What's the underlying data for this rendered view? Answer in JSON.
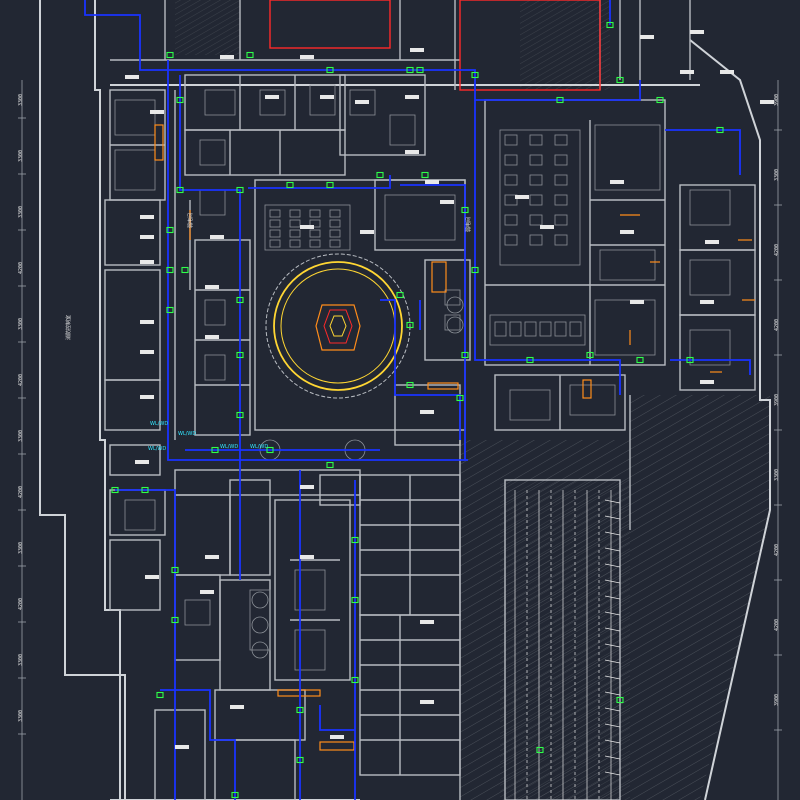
{
  "drawing": {
    "background": "#222733",
    "colors": {
      "wall": "#cfd3d8",
      "thin": "#9aa0a8",
      "blue_wire": "#1a33ff",
      "green_device": "#2fff4a",
      "red_zone": "#ff2a2a",
      "yellow": "#ffd633",
      "orange": "#ff8c1a",
      "cyan_text": "#33e6ff",
      "text": "#e8e8e8",
      "hatch": "#5a5f68"
    },
    "left_dimensions": [
      "3300",
      "3300",
      "3300",
      "4200",
      "3300",
      "4200",
      "3300",
      "4200",
      "3300",
      "4200",
      "3300",
      "3300"
    ],
    "right_dimensions": [
      "3900",
      "3300",
      "4200",
      "4200",
      "3900",
      "3300",
      "4200",
      "4200",
      "3900"
    ],
    "cyan_labels": [
      "WL/WD",
      "WL/WD",
      "WL/WD",
      "WL/WD",
      "WL/WD"
    ],
    "room_labels": [
      "弱电间",
      "弱电间",
      "消防控制室"
    ]
  }
}
